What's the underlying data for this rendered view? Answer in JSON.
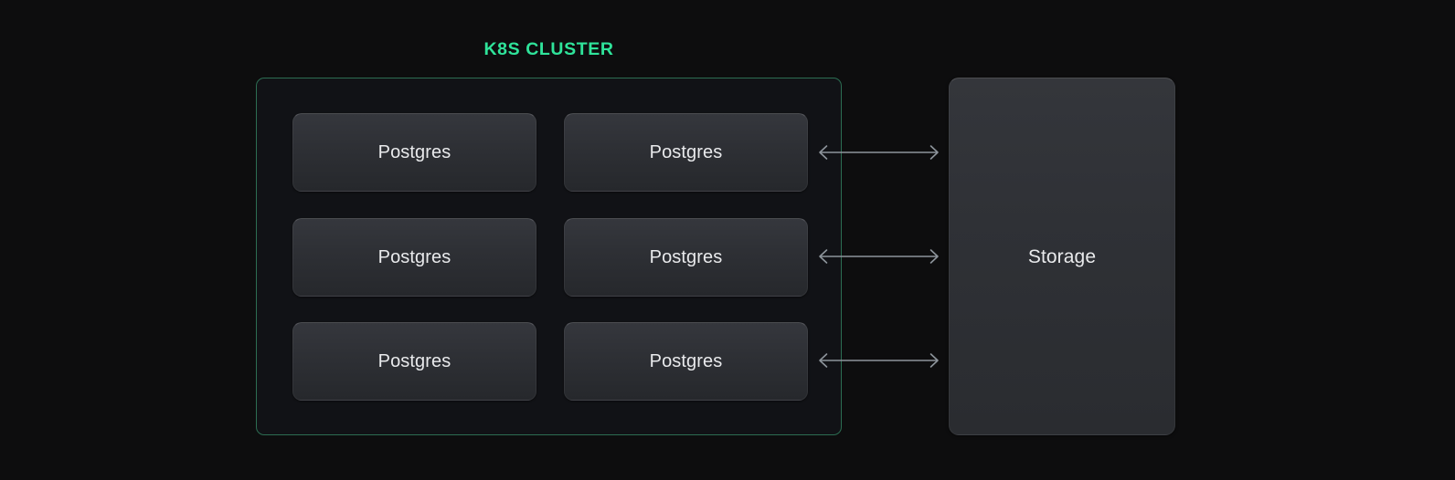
{
  "diagram": {
    "title": "K8S CLUSTER",
    "accent_color": "#2fe39a",
    "cluster_border_color": "#2c6d52",
    "background_color": "#0d0d0e",
    "node_text_color": "#e9eaec",
    "connector_color": "#8d949b"
  },
  "cluster": {
    "label": "K8S CLUSTER",
    "nodes": [
      {
        "label": "Postgres",
        "column": "left",
        "row": 1
      },
      {
        "label": "Postgres",
        "column": "right",
        "row": 1
      },
      {
        "label": "Postgres",
        "column": "left",
        "row": 2
      },
      {
        "label": "Postgres",
        "column": "right",
        "row": 2
      },
      {
        "label": "Postgres",
        "column": "left",
        "row": 3
      },
      {
        "label": "Postgres",
        "column": "right",
        "row": 3
      }
    ]
  },
  "storage": {
    "label": "Storage"
  },
  "connectors": [
    {
      "name": "postgres-row-1-to-storage",
      "direction": "bidirectional"
    },
    {
      "name": "postgres-row-2-to-storage",
      "direction": "bidirectional"
    },
    {
      "name": "postgres-row-3-to-storage",
      "direction": "bidirectional"
    }
  ]
}
